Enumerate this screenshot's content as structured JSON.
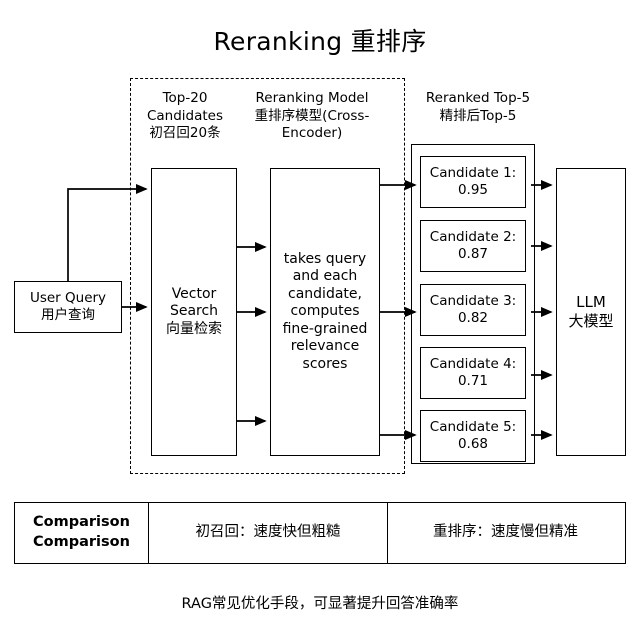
{
  "title": "Reranking 重排序",
  "columns": {
    "top20": "Top-20 Candidates\n初召回20条",
    "top20_line1": "Top-20",
    "top20_line2": "Candidates",
    "top20_line3": "初召回20条",
    "rerank_line1": "Reranking Model",
    "rerank_line2": "重排序模型(Cross-",
    "rerank_line3": "Encoder)",
    "top5_line1": "Reranked Top-5",
    "top5_line2": "精排后Top-5"
  },
  "nodes": {
    "user_query": {
      "line1": "User Query",
      "line2": "用户查询"
    },
    "vector_search": {
      "line1": "Vector",
      "line2": "Search",
      "line3": "向量检索"
    },
    "rerank_model": {
      "text": "takes query and each candidate, computes fine-grained relevance scores"
    },
    "llm": {
      "line1": "LLM",
      "line2": "大模型"
    }
  },
  "candidates": [
    {
      "label": "Candidate 1:",
      "score": "0.95"
    },
    {
      "label": "Candidate 2:",
      "score": "0.87"
    },
    {
      "label": "Candidate 3:",
      "score": "0.82"
    },
    {
      "label": "Candidate 4:",
      "score": "0.71"
    },
    {
      "label": "Candidate 5:",
      "score": "0.68"
    }
  ],
  "comparison": {
    "header_line1": "Comparison",
    "header_line2": "Comparison",
    "cell_recall": "初召回：速度快但粗糙",
    "cell_rerank": "重排序：速度慢但精准"
  },
  "footer": "RAG常见优化手段，可显著提升回答准确率",
  "colors": {
    "stroke": "#000000",
    "background": "#ffffff"
  }
}
